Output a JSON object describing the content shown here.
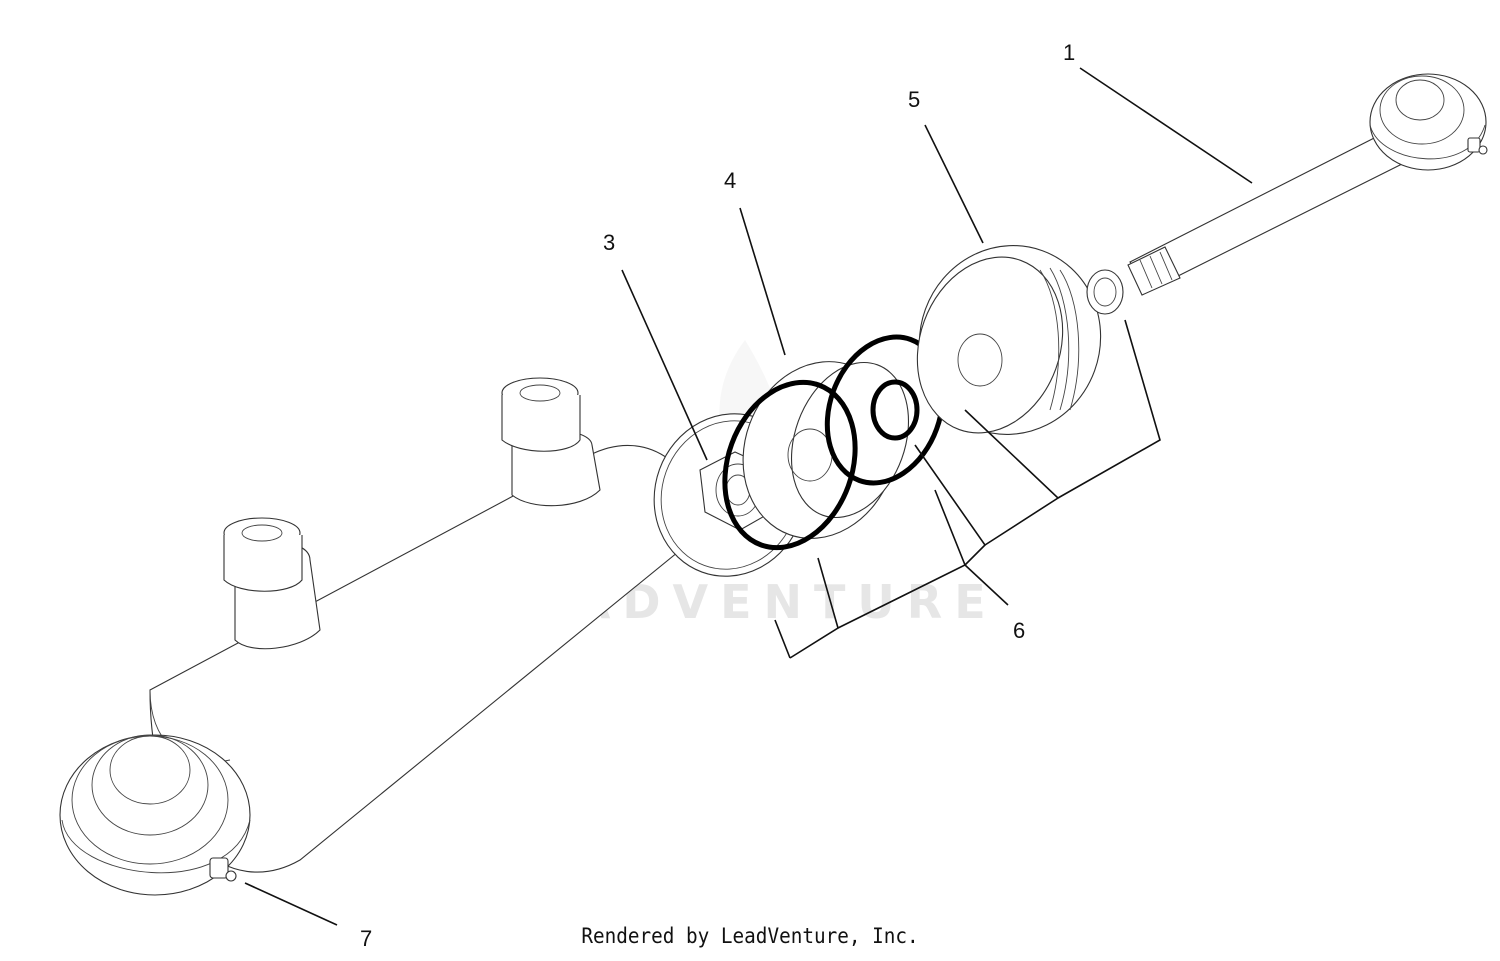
{
  "diagram": {
    "callouts": [
      "1",
      "3",
      "4",
      "5",
      "6",
      "7"
    ],
    "watermark": "LEADVENTURE",
    "footer": "Rendered by LeadVenture, Inc."
  }
}
